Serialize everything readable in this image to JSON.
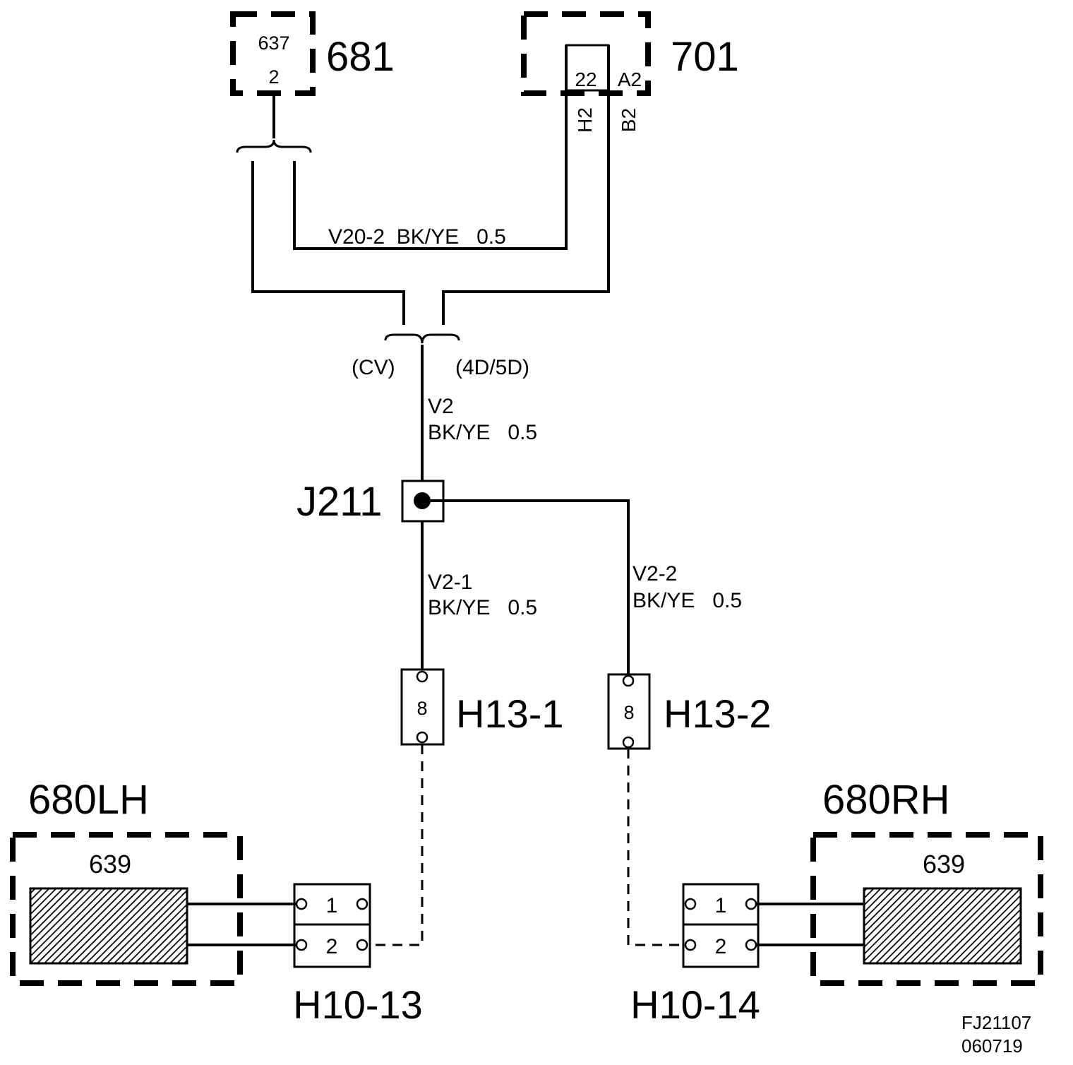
{
  "components": {
    "c681": {
      "label": "681",
      "pin_top": "637",
      "pin_bottom": "2"
    },
    "c701": {
      "label": "701",
      "pin_left": "22",
      "pin_right": "A2",
      "wire_h": "H2",
      "wire_b": "B2"
    },
    "c680lh": {
      "label": "680LH",
      "element": "639"
    },
    "c680rh": {
      "label": "680RH",
      "element": "639"
    }
  },
  "wires": {
    "v20_2": "V20-2  BK/YE   0.5",
    "cv": "(CV)",
    "d45": "(4D/5D)",
    "v2_id": "V2",
    "v2_spec": "BK/YE   0.5",
    "v2_1_id": "V2-1",
    "v2_1_spec": "BK/YE   0.5",
    "v2_2_id": "V2-2",
    "v2_2_spec": "BK/YE   0.5"
  },
  "junction": {
    "label": "J211"
  },
  "connectors": {
    "h13_1": {
      "label": "H13-1",
      "pin": "8"
    },
    "h13_2": {
      "label": "H13-2",
      "pin": "8"
    },
    "h10_13": {
      "label": "H10-13",
      "pin1": "1",
      "pin2": "2"
    },
    "h10_14": {
      "label": "H10-14",
      "pin1": "1",
      "pin2": "2"
    }
  },
  "footer": {
    "code": "FJ21107",
    "date": "060719"
  }
}
